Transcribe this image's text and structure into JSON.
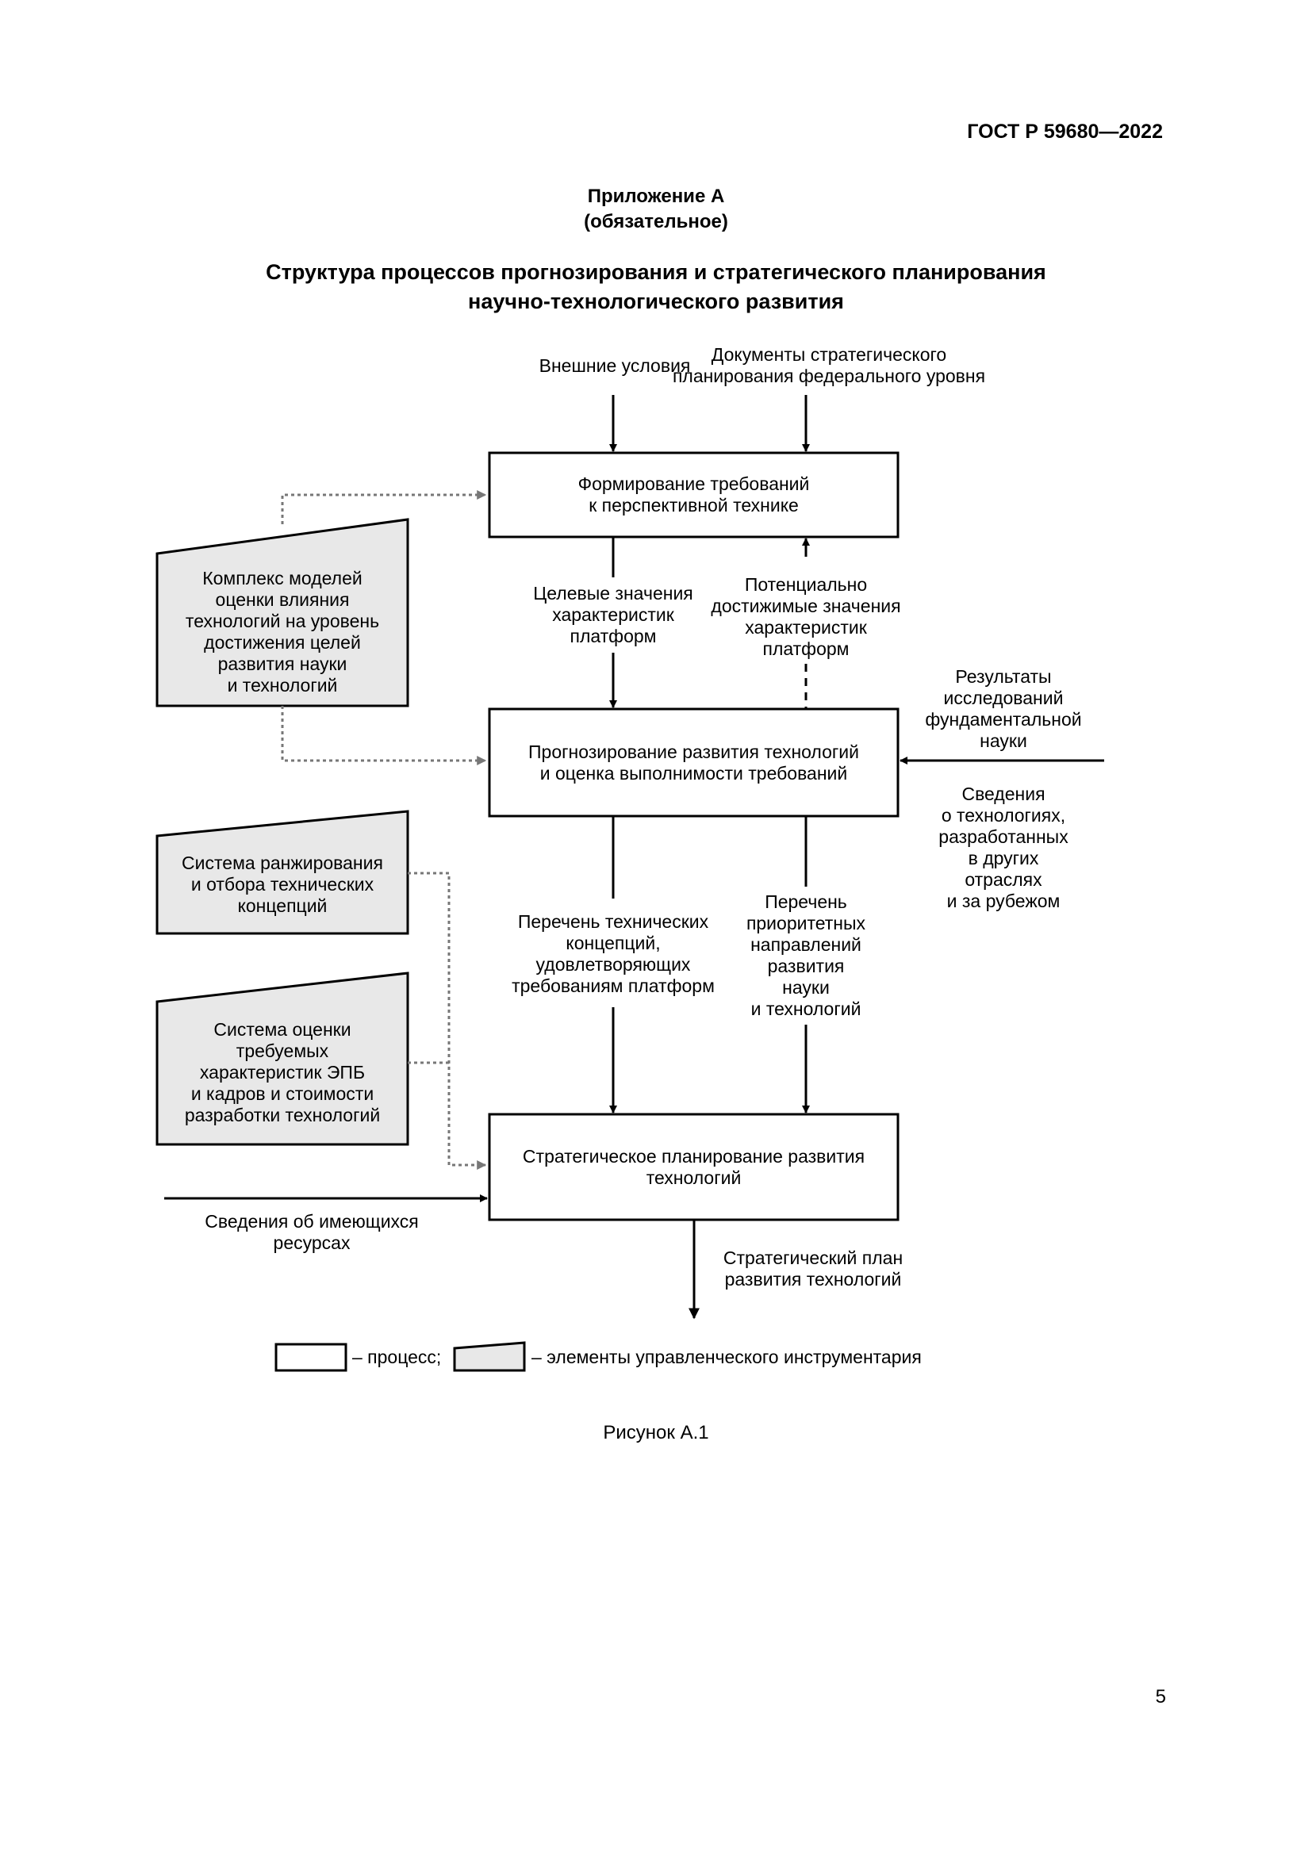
{
  "header": {
    "standard": "ГОСТ Р 59680—2022"
  },
  "appendix": {
    "title": "Приложение А",
    "status": "(обязательное)"
  },
  "title": {
    "line1": "Структура процессов прогнозирования и стратегического планирования",
    "line2": "научно-технологического развития"
  },
  "diagram": {
    "inputs": {
      "external_conditions": "Внешние условия",
      "strategic_docs_1": "Документы стратегического",
      "strategic_docs_2": "планирования федерального уровня"
    },
    "processes": {
      "p1_l1": "Формирование требований",
      "p1_l2": "к перспективной технике",
      "p2_l1": "Прогнозирование развития технологий",
      "p2_l2": "и оценка выполнимости требований",
      "p3_l1": "Стратегическое планирование развития",
      "p3_l2": "технологий"
    },
    "tools": {
      "t1": [
        "Комплекс моделей",
        "оценки влияния",
        "технологий на уровень",
        "достижения целей",
        "развития науки",
        "и технологий"
      ],
      "t2": [
        "Система ранжирования",
        "и отбора технических",
        "концепций"
      ],
      "t3": [
        "Система оценки",
        "требуемых",
        "характеристик ЭПБ",
        "и кадров и стоимости",
        "разработки технологий"
      ]
    },
    "flows": {
      "target_values": [
        "Целевые значения",
        "характеристик",
        "платформ"
      ],
      "potential_values": [
        "Потенциально",
        "достижимые значения",
        "характеристик",
        "платформ"
      ],
      "research_results": [
        "Результаты",
        "исследований",
        "фундаментальной",
        "науки"
      ],
      "tech_info": [
        "Сведения",
        "о технологиях,",
        "разработанных",
        "в других",
        "отраслях",
        "и за рубежом"
      ],
      "concepts_list": [
        "Перечень технических",
        "концепций,",
        "удовлетворяющих",
        "требованиям платформ"
      ],
      "priority_list": [
        "Перечень",
        "приоритетных",
        "направлений",
        "развития",
        "науки",
        "и технологий"
      ],
      "resources": [
        "Сведения об имеющихся",
        "ресурсах"
      ],
      "strategic_plan": [
        "Стратегический план",
        "развития технологий"
      ]
    },
    "legend": {
      "process": "– процесс;",
      "tools": "– элементы управленческого инструментария"
    }
  },
  "caption": "Рисунок А.1",
  "page_number": "5"
}
